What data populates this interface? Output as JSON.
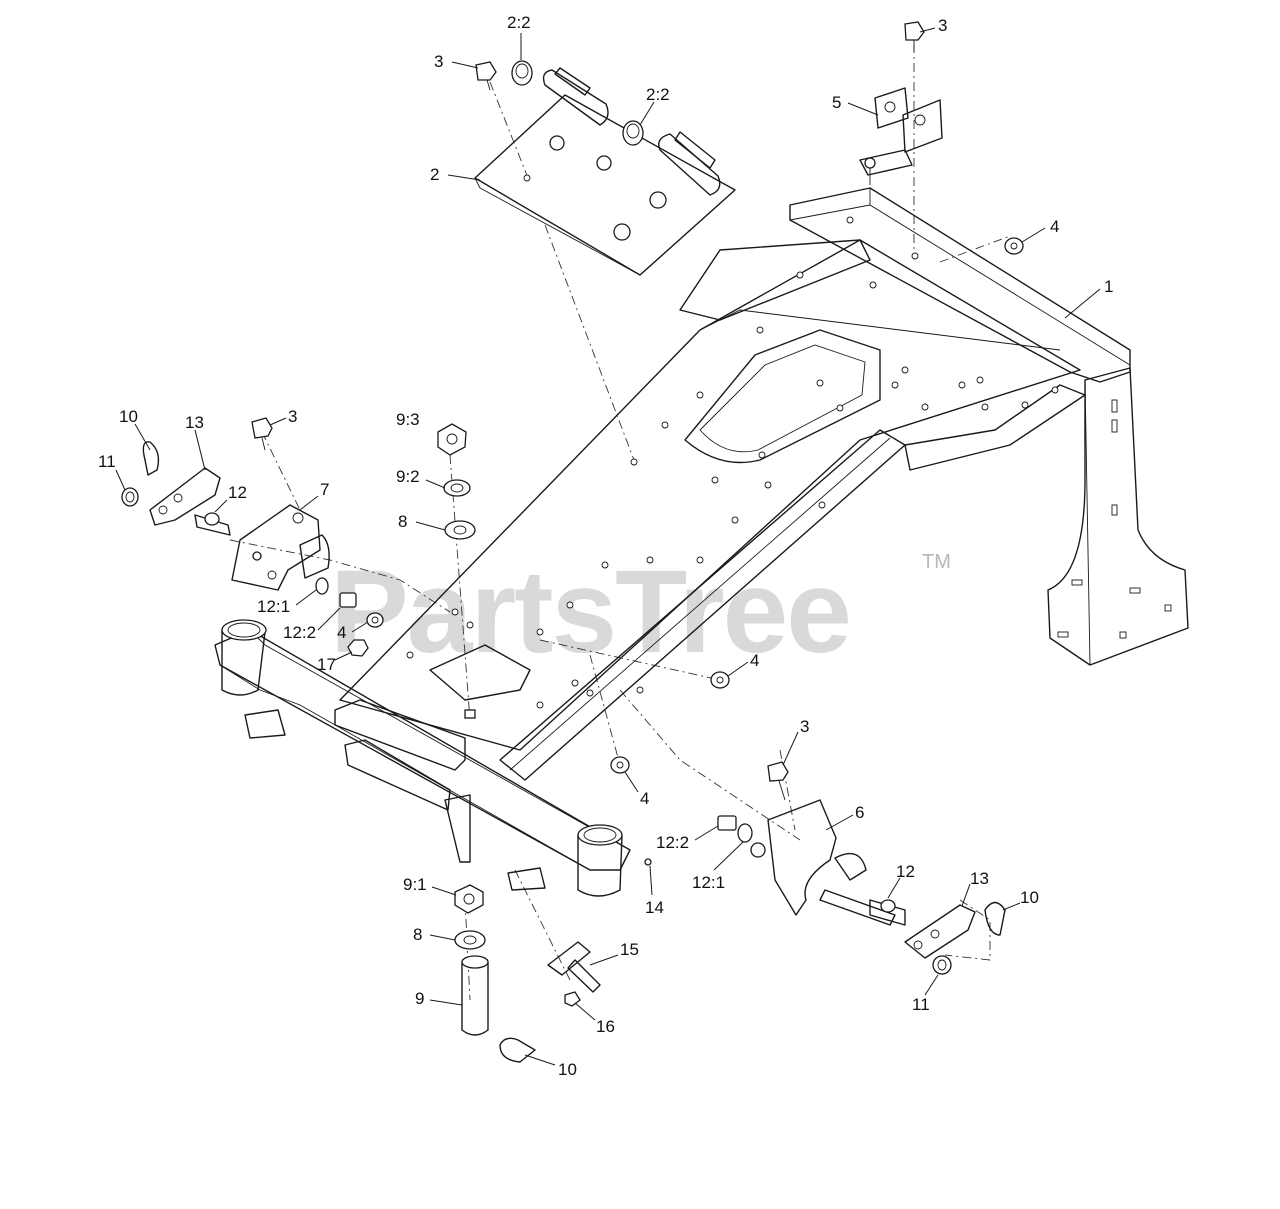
{
  "watermark": {
    "brand": "PartsTree",
    "mark": "TM"
  },
  "callouts": [
    {
      "id": "c-2-2-top",
      "label": "2:2"
    },
    {
      "id": "c-3-top-left",
      "label": "3"
    },
    {
      "id": "c-2-2-right",
      "label": "2:2"
    },
    {
      "id": "c-2",
      "label": "2"
    },
    {
      "id": "c-3-top-right",
      "label": "3"
    },
    {
      "id": "c-5",
      "label": "5"
    },
    {
      "id": "c-4-top",
      "label": "4"
    },
    {
      "id": "c-1",
      "label": "1"
    },
    {
      "id": "c-10-left",
      "label": "10"
    },
    {
      "id": "c-13-left",
      "label": "13"
    },
    {
      "id": "c-3-mid-left",
      "label": "3"
    },
    {
      "id": "c-9-3",
      "label": "9:3"
    },
    {
      "id": "c-11-left",
      "label": "11"
    },
    {
      "id": "c-9-2",
      "label": "9:2"
    },
    {
      "id": "c-12-left",
      "label": "12"
    },
    {
      "id": "c-7",
      "label": "7"
    },
    {
      "id": "c-8-upper",
      "label": "8"
    },
    {
      "id": "c-12-1-left",
      "label": "12:1"
    },
    {
      "id": "c-12-2-left",
      "label": "12:2"
    },
    {
      "id": "c-4-left",
      "label": "4"
    },
    {
      "id": "c-17",
      "label": "17"
    },
    {
      "id": "c-4-center",
      "label": "4"
    },
    {
      "id": "c-3-right",
      "label": "3"
    },
    {
      "id": "c-4-lower",
      "label": "4"
    },
    {
      "id": "c-6",
      "label": "6"
    },
    {
      "id": "c-12-2-right",
      "label": "12:2"
    },
    {
      "id": "c-12-1-right",
      "label": "12:1"
    },
    {
      "id": "c-12-right",
      "label": "12"
    },
    {
      "id": "c-13-right",
      "label": "13"
    },
    {
      "id": "c-10-right",
      "label": "10"
    },
    {
      "id": "c-14",
      "label": "14"
    },
    {
      "id": "c-9-1",
      "label": "9:1"
    },
    {
      "id": "c-8-lower",
      "label": "8"
    },
    {
      "id": "c-15",
      "label": "15"
    },
    {
      "id": "c-9",
      "label": "9"
    },
    {
      "id": "c-16",
      "label": "16"
    },
    {
      "id": "c-11-right",
      "label": "11"
    },
    {
      "id": "c-10-bottom",
      "label": "10"
    }
  ]
}
